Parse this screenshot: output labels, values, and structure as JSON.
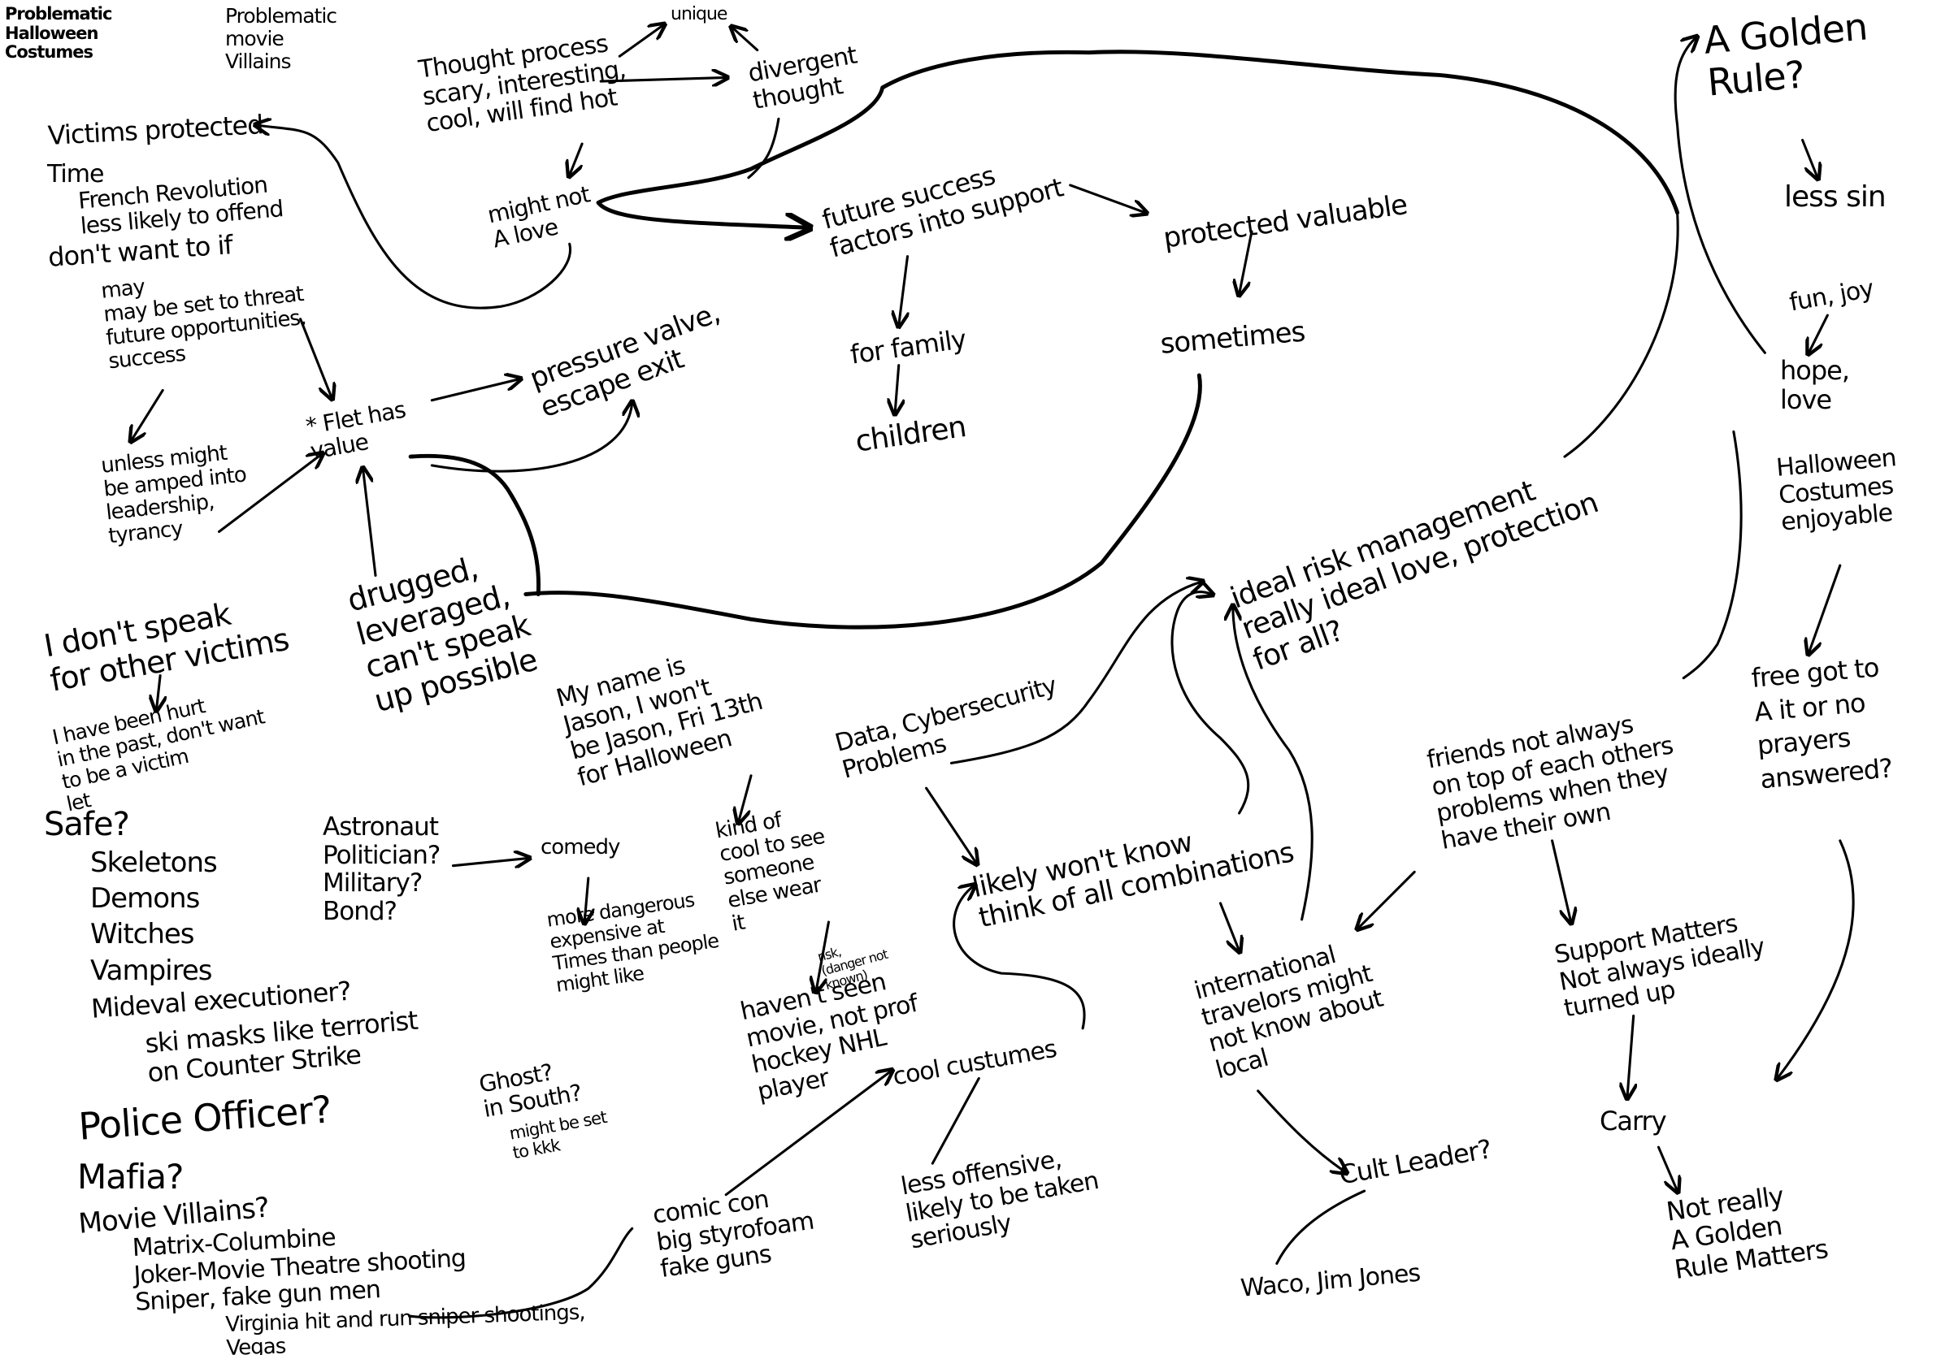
{
  "diagram": {
    "ink_color": "#000000",
    "background": "#ffffff",
    "nodes": {
      "title_costumes": "Problematic\nHalloween\nCostumes",
      "title_villains": "Problematic\nmovie\nVillains",
      "thought_process": "Thought process\nscary, interesting,\ncool, will find hot",
      "unique": "unique",
      "divergent": "divergent\nthought",
      "victims_protected": "Victims protected",
      "time": "Time",
      "french_revolution": "French Revolution\nless likely to offend",
      "dont_want": "don't want to if",
      "may": "may\nmay be set to threat\nfuture opportunities,\n        success",
      "might_not": "might not\nA love",
      "future_success": "future success\nfactors into support",
      "protected_valuable": "protected valuable",
      "for_family": "for family",
      "children": "children",
      "sometimes": "sometimes",
      "pressure_valve": "pressure valve,\nescape exit",
      "flet_value": "* Flet has\n  value",
      "unless_might": "unless might\nbe amped into\nleadership,\n tyrancy",
      "drugged": "drugged,\nleveraged,\ncan't speak\nup possible",
      "dont_speak": "I don't speak\nfor other victims",
      "been_hurt": "I have been hurt\nin the past, don't want\n            to be a victim\n            let",
      "safe": "Safe?",
      "safe_list": "Skeletons\nDemons\nWitches\nVampires",
      "executioner": "Mideval executioner?",
      "ski_masks": "ski masks like terrorist\non Counter Strike",
      "police": "Police Officer?",
      "mafia": "Mafia?",
      "movie_villains": "Movie Villains?",
      "villain_list": "Matrix-Columbine\nJoker-Movie Theatre shooting\nSniper, fake gun men",
      "virginia": "Virginia hit and run  sniper shootings,\n                                    Vegas",
      "astronaut": "Astronaut\nPolitician?\nMilitary?\nBond?",
      "comedy": "comedy",
      "more_dangerous": "more dangerous\nexpensive at\nTimes than people\nmight like",
      "ghost": "Ghost?\nin South?",
      "ghost_sub": "might be set\nto kkk",
      "jason": "My name is\nJason, I won't\nbe Jason, Fri 13th\nfor Halloween",
      "kind_of_cool": "kind of\ncool to see\nsomeone\n else wear\n it",
      "risk": "risk,\n(danger not\nknown)",
      "havent_seen": "haven't seen\nmovie, not prof\nhockey NHL\nplayer",
      "data_cyber": "Data, Cybersecurity\nProblems",
      "likely_wont_know": "likely won't know\nthink of all combinations",
      "cool_costumes": "cool custumes",
      "comic_con": "comic con\nbig styrofoam\nfake guns",
      "less_offensive": "less offensive,\nlikely to be taken\nseriously",
      "ideal_risk": "ideal risk management\nreally ideal love, protection\nfor all?",
      "friends": "friends not always\non top of each others\nproblems when they\nhave their own",
      "international": "international\ntravelors might\nnot know about\nlocal",
      "cult_leader": "Cult Leader?",
      "waco": "Waco, Jim Jones",
      "support_matters": "Support Matters\nNot always ideally\nturned up",
      "carry": "Carry",
      "not_really": "Not really\nA Golden\nRule Matters",
      "golden_rule": "A Golden\nRule?",
      "less_sin": "less sin",
      "fun_joy": "fun, joy",
      "hope_love": "hope,\nlove",
      "halloween_enjoyable": "Halloween\nCostumes\nenjoyable",
      "free_got": "free got to\nA it or no\nprayers\nanswered?"
    }
  }
}
